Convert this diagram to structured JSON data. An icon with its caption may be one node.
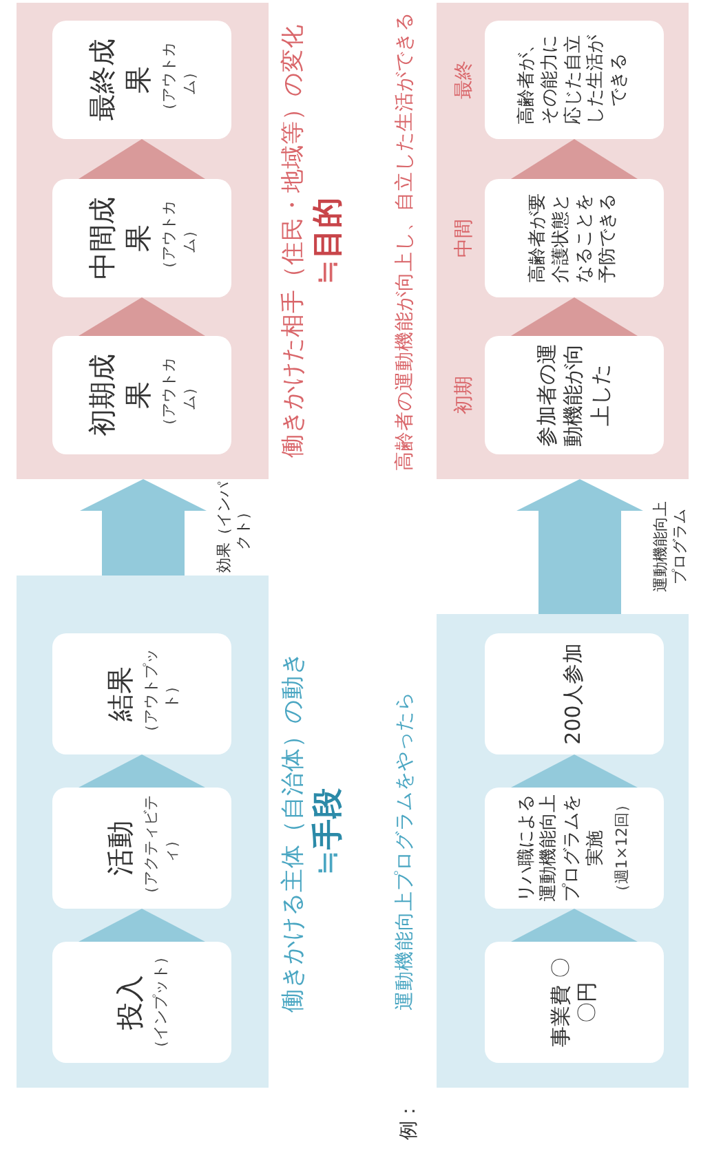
{
  "diagram": {
    "nodes": [
      {
        "text": [
          "働きかける主体（自治体）の動き",
          "≒**手段**"
        ]
      },
      {
        "text": [
          "投入",
          "（インプット）"
        ],
        "in": 0
      },
      {
        "text": [
          "活動",
          "（アクティビティ）"
        ],
        "in": 0
      },
      {
        "text": [
          "結果",
          "（アウトプット）"
        ],
        "in": 0
      },
      {
        "text": [
          "働きかけた相手（住民・地域等）の変化",
          "≒**目的**"
        ]
      },
      {
        "text": [
          "初期成果",
          "（アウトカム）"
        ],
        "in": 4
      },
      {
        "text": [
          "中間成果",
          "（アウトカム）"
        ],
        "in": 4
      },
      {
        "text": [
          "最終成果",
          "（アウトカム）"
        ],
        "in": 4
      },
      {
        "text": [
          "運動機能向上プログラムをやったら"
        ]
      },
      {
        "text": [
          "事業費 〇〇円"
        ],
        "in": 8
      },
      {
        "text": [
          "リハ職による運動機能向上プログラムを実施",
          "（週1×12回）"
        ],
        "in": 8
      },
      {
        "text": [
          "200人参加"
        ],
        "in": 8
      },
      {
        "text": [
          "高齢者の運動機能が向上し、自立した生活ができる"
        ]
      },
      {
        "text": [
          "参加者の運動機能が向上した"
        ],
        "in": 12,
        "beside": [
          "初期"
        ]
      },
      {
        "text": [
          "高齢者が要介護状態となることを予防できる"
        ],
        "in": 12,
        "beside": [
          "中間"
        ]
      },
      {
        "text": [
          "高齢者が、その能力に応じた自立した生活ができる"
        ],
        "in": 12,
        "beside": [
          "最終"
        ]
      }
    ],
    "edges": [
      {
        "from": 1,
        "to": 2,
        "arrow": "to"
      },
      {
        "from": 2,
        "to": 3,
        "arrow": "to"
      },
      {
        "from": 0,
        "to": 4,
        "arrow": "to",
        "style": "thick",
        "label": "効果（インパクト）"
      },
      {
        "from": 5,
        "to": 6,
        "arrow": "to",
        "color": "#d99a9a"
      },
      {
        "from": 6,
        "to": 7,
        "arrow": "to",
        "color": "#d99a9a"
      },
      {
        "from": 9,
        "to": 10,
        "arrow": "to"
      },
      {
        "from": 10,
        "to": 11,
        "arrow": "to"
      },
      {
        "from": 8,
        "to": 12,
        "arrow": "to",
        "style": "thick",
        "label": "運動機能向上プログラム"
      },
      {
        "from": 13,
        "to": 14,
        "arrow": "to",
        "color": "#d99a9a"
      },
      {
        "from": 14,
        "to": 15,
        "arrow": "to",
        "color": "#d99a9a"
      }
    ],
    "labels": [
      "例："
    ]
  }
}
